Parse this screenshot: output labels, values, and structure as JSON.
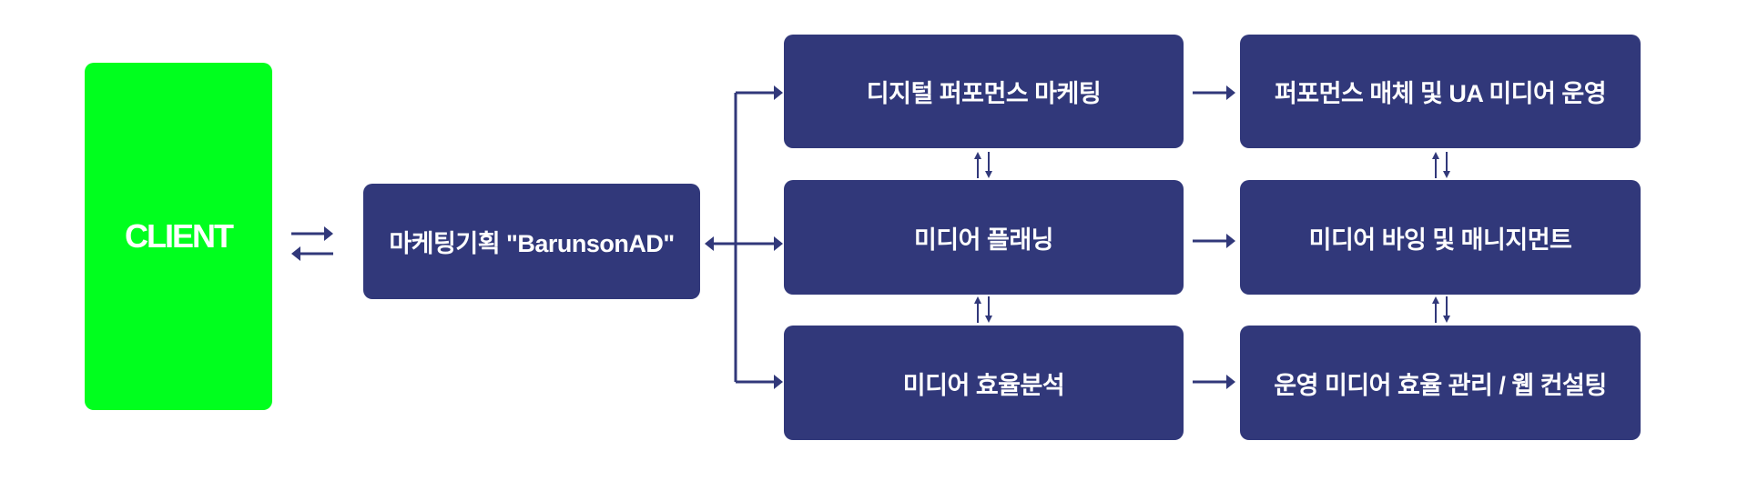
{
  "colors": {
    "navy": "#31387a",
    "client_green": "#00ff1e"
  },
  "client": {
    "label": "CLIENT"
  },
  "planning": {
    "label": "마케팅기획 \"BarunsonAD\""
  },
  "column_left": [
    {
      "label": "디지털 퍼포먼스 마케팅"
    },
    {
      "label": "미디어 플래닝"
    },
    {
      "label": "미디어 효율분석"
    }
  ],
  "column_right": [
    {
      "label": "퍼포먼스 매체 및 UA 미디어 운영"
    },
    {
      "label": "미디어 바잉 및 매니지먼트"
    },
    {
      "label": "운영 미디어 효율 관리 / 웹 컨설팅"
    }
  ]
}
